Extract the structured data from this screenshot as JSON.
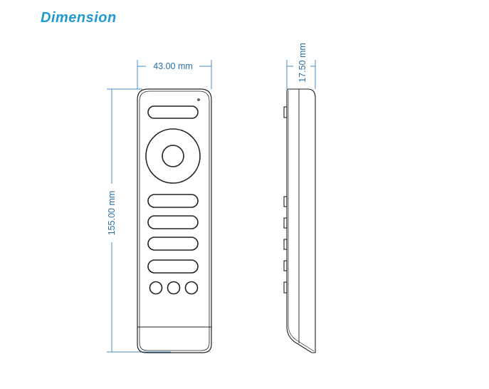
{
  "title": "Dimension",
  "dimensions": {
    "width": "43.00 mm",
    "height": "155.00 mm",
    "depth": "17.50 mm"
  },
  "colors": {
    "title": "#1f9ad6",
    "dimension_line": "#4a8ec4",
    "outline": "#222222"
  }
}
